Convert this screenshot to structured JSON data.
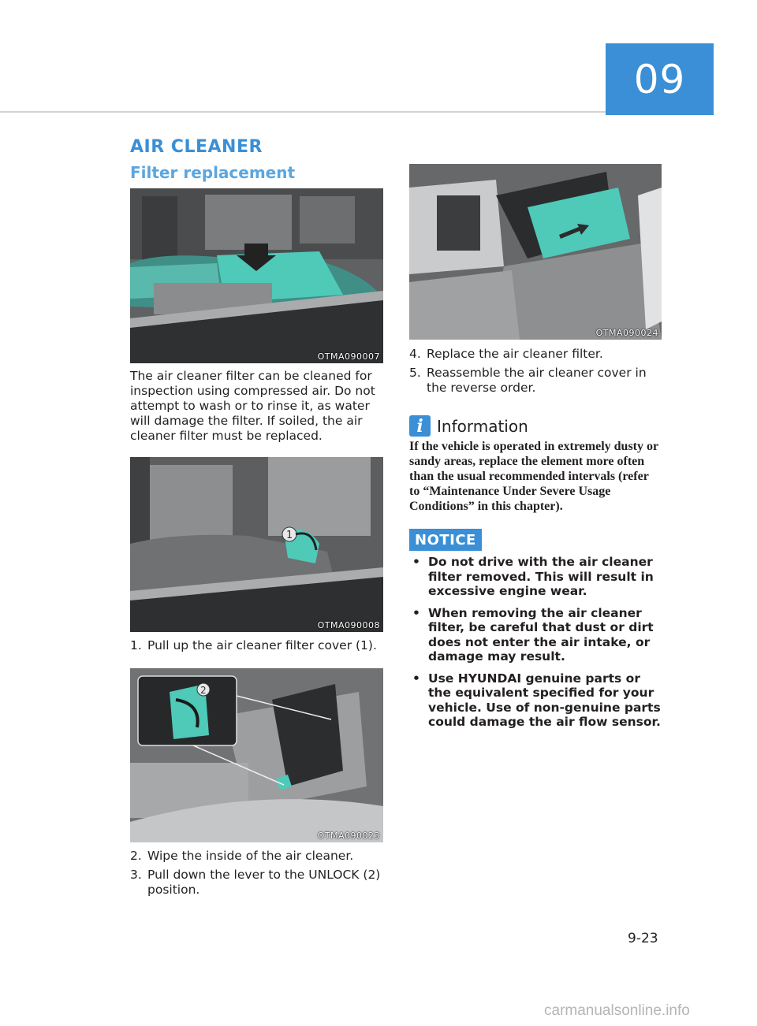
{
  "chapter": "09",
  "section_title": "AIR CLEANER",
  "sub_title": "Filter replacement",
  "figures": [
    {
      "code": "OTMA090007"
    },
    {
      "code": "OTMA090008"
    },
    {
      "code": "OTMA090023"
    },
    {
      "code": "OTMA090024"
    }
  ],
  "intro_paragraph": "The air cleaner filter can be cleaned for inspection using compressed air. Do not attempt to wash or to rinse it, as water will damage the filter. If soiled, the air cleaner filter must be replaced.",
  "steps": [
    {
      "num": "1.",
      "text": "Pull up the air cleaner filter cover (1)."
    },
    {
      "num": "2.",
      "text": "Wipe the inside of the air cleaner."
    },
    {
      "num": "3.",
      "text": "Pull down the lever to the UNLOCK (2) position."
    },
    {
      "num": "4.",
      "text": "Replace the air cleaner filter."
    },
    {
      "num": "5.",
      "text": "Reassemble the air cleaner cover in the reverse order."
    }
  ],
  "callout_numbers": {
    "one": "1",
    "two": "2"
  },
  "information": {
    "icon": "info-icon",
    "icon_glyph": "i",
    "title": "Information",
    "body": "If the vehicle is operated in extremely dusty or sandy areas, replace the element more often than the usual recommended intervals (refer to “Maintenance Under Severe Usage Conditions” in this chapter)."
  },
  "notice": {
    "label": "NOTICE",
    "bullet": "•",
    "items": [
      "Do not drive with the air cleaner filter removed. This will result in excessive engine wear.",
      "When removing the air cleaner filter, be careful that dust or dirt does not enter the air intake, or damage may result.",
      "Use HYUNDAI genuine parts or the equivalent specified for your vehicle. Use of non-genuine parts could damage the air flow sensor."
    ]
  },
  "page_number": "9-23",
  "watermark": "carmanualsonline.info",
  "colors": {
    "accent": "#3a8fd6",
    "part_highlight": "#4fc9b8"
  }
}
